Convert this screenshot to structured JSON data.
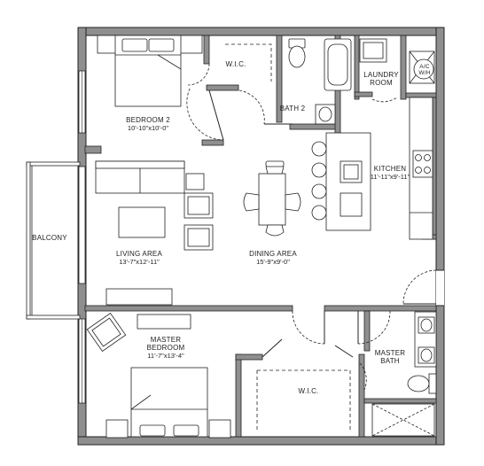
{
  "colors": {
    "wall": "#8f8f8f",
    "wall_edge": "#222222",
    "line": "#222222",
    "fill": "#ffffff"
  },
  "rooms": {
    "bedroom2": {
      "name": "BEDROOM 2",
      "dims": "10'-10\"x10'-0\""
    },
    "wic_top": {
      "name": "W.I.C."
    },
    "bath2": {
      "name": "BATH 2"
    },
    "laundry": {
      "name": "LAUNDRY ROOM"
    },
    "ac": {
      "name": "A/C W/H"
    },
    "kitchen": {
      "name": "KITCHEN",
      "dims": "11'-11\"x9'-11\""
    },
    "balcony": {
      "name": "BALCONY"
    },
    "living": {
      "name": "LIVING AREA",
      "dims": "13'-7\"x12'-11\""
    },
    "dining": {
      "name": "DINING AREA",
      "dims": "15'-9\"x9'-0\""
    },
    "master": {
      "name": "MASTER BEDROOM",
      "dims": "11'-7\"x13'-4\""
    },
    "wic_bottom": {
      "name": "W.I.C."
    },
    "master_bath": {
      "name": "MASTER BATH"
    }
  },
  "icons": [
    "bed-icon",
    "sofa-icon",
    "armchair-icon",
    "dining-table-icon",
    "bar-stool-icon",
    "toilet-icon",
    "bathtub-icon",
    "sink-icon",
    "stove-icon",
    "washer-icon",
    "shower-icon",
    "door-swing-icon"
  ]
}
